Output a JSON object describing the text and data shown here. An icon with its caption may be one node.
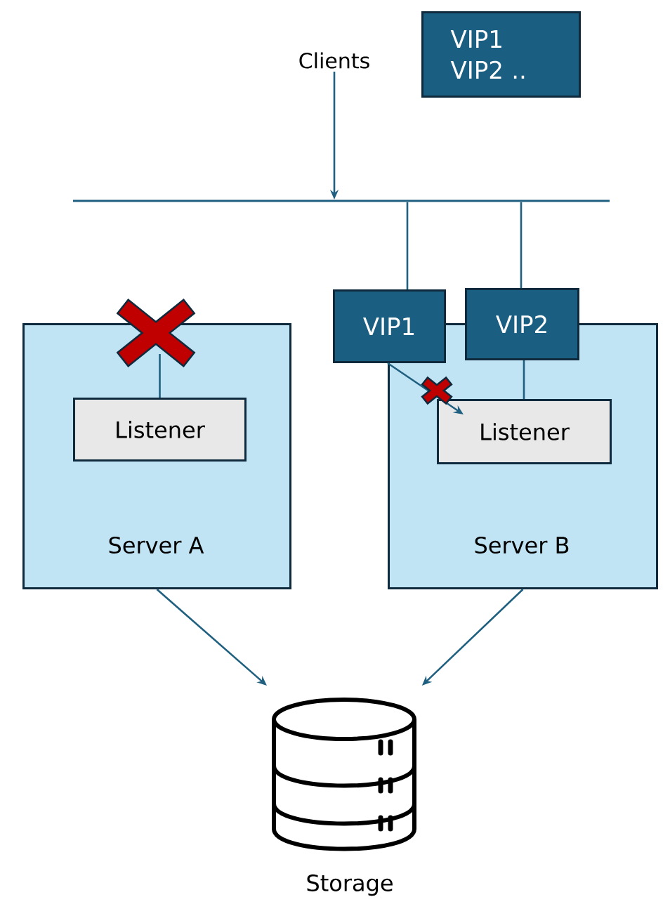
{
  "diagram": {
    "nodes": [
      {
        "text": [
          "Clients"
        ]
      },
      {
        "text": [
          "VIP1 VIP2 .."
        ]
      },
      {
        "text": [],
        "shape": "bar"
      },
      {
        "text": [
          "Server A"
        ]
      },
      {
        "text": [
          "Listener"
        ],
        "in": 3
      },
      {
        "text": [
          "Server B"
        ]
      },
      {
        "text": [
          "VIP1"
        ]
      },
      {
        "text": [
          "VIP2"
        ]
      },
      {
        "text": [
          "Listener"
        ],
        "in": 5
      },
      {
        "text": [
          "Storage"
        ]
      }
    ],
    "edges": [
      {
        "from": 0,
        "to": 2,
        "arrow": "to"
      },
      {
        "from": 2,
        "to": 6,
        "arrow": "none"
      },
      {
        "from": 2,
        "to": 7,
        "arrow": "none"
      },
      {
        "from": null,
        "to": 4,
        "arrow": "none"
      },
      {
        "from": 6,
        "to": 8,
        "arrow": "to"
      },
      {
        "from": 7,
        "to": 8,
        "arrow": "none"
      },
      {
        "from": 3,
        "to": 9,
        "arrow": "to"
      },
      {
        "from": 5,
        "to": 9,
        "arrow": "to"
      }
    ]
  }
}
